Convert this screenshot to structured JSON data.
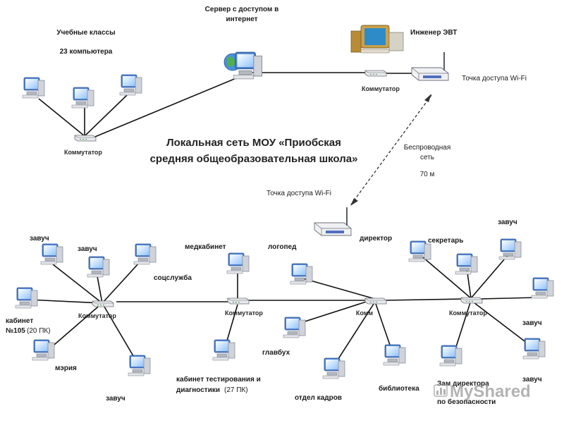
{
  "title": {
    "line1": "Локальная  сеть МОУ «Приобская",
    "line2": "средняя общеобразовательная  школа»"
  },
  "top": {
    "classes_label": "Учебные классы",
    "classes_count": "23 компьютера",
    "server_label_1": "Сервер с доступом в",
    "server_label_2": "интернет",
    "engineer_label": "Инженер ЭВТ",
    "ap_top_label": "Точка доступа Wi-Fi",
    "wireless_1": "Беспроводная",
    "wireless_2": "сеть",
    "wireless_3": "70 м",
    "ap_mid_label": "Точка доступа Wi-Fi"
  },
  "switch_label": "Коммутатор",
  "switch_label_partial": "Комм",
  "labels": {
    "zavuch": "завуч",
    "soc": "соцслужба",
    "cab105_1": "кабинет",
    "cab105_2": "№105",
    "cab105_3": "(20 ПК)",
    "meria": "мэрия",
    "medkab": "медкабинет",
    "logoped": "логопед",
    "glavbuh": "главбух",
    "testing_1": "кабинет тестирования  и",
    "testing_2": "диагностики",
    "testing_3": "(27 ПК)",
    "kadry": "отдел кадров",
    "biblioteka": "библиотека",
    "direktor": "директор",
    "sekretar": "секретарь",
    "zam_1": "Зам директора",
    "zam_2": "по безопасности"
  },
  "watermark": "MyShared",
  "colors": {
    "line": "#111111",
    "monitor": "#5b8fd6",
    "screen": "#dbeeff",
    "case": "#c9ccd4",
    "wifi_line": "#333333"
  }
}
